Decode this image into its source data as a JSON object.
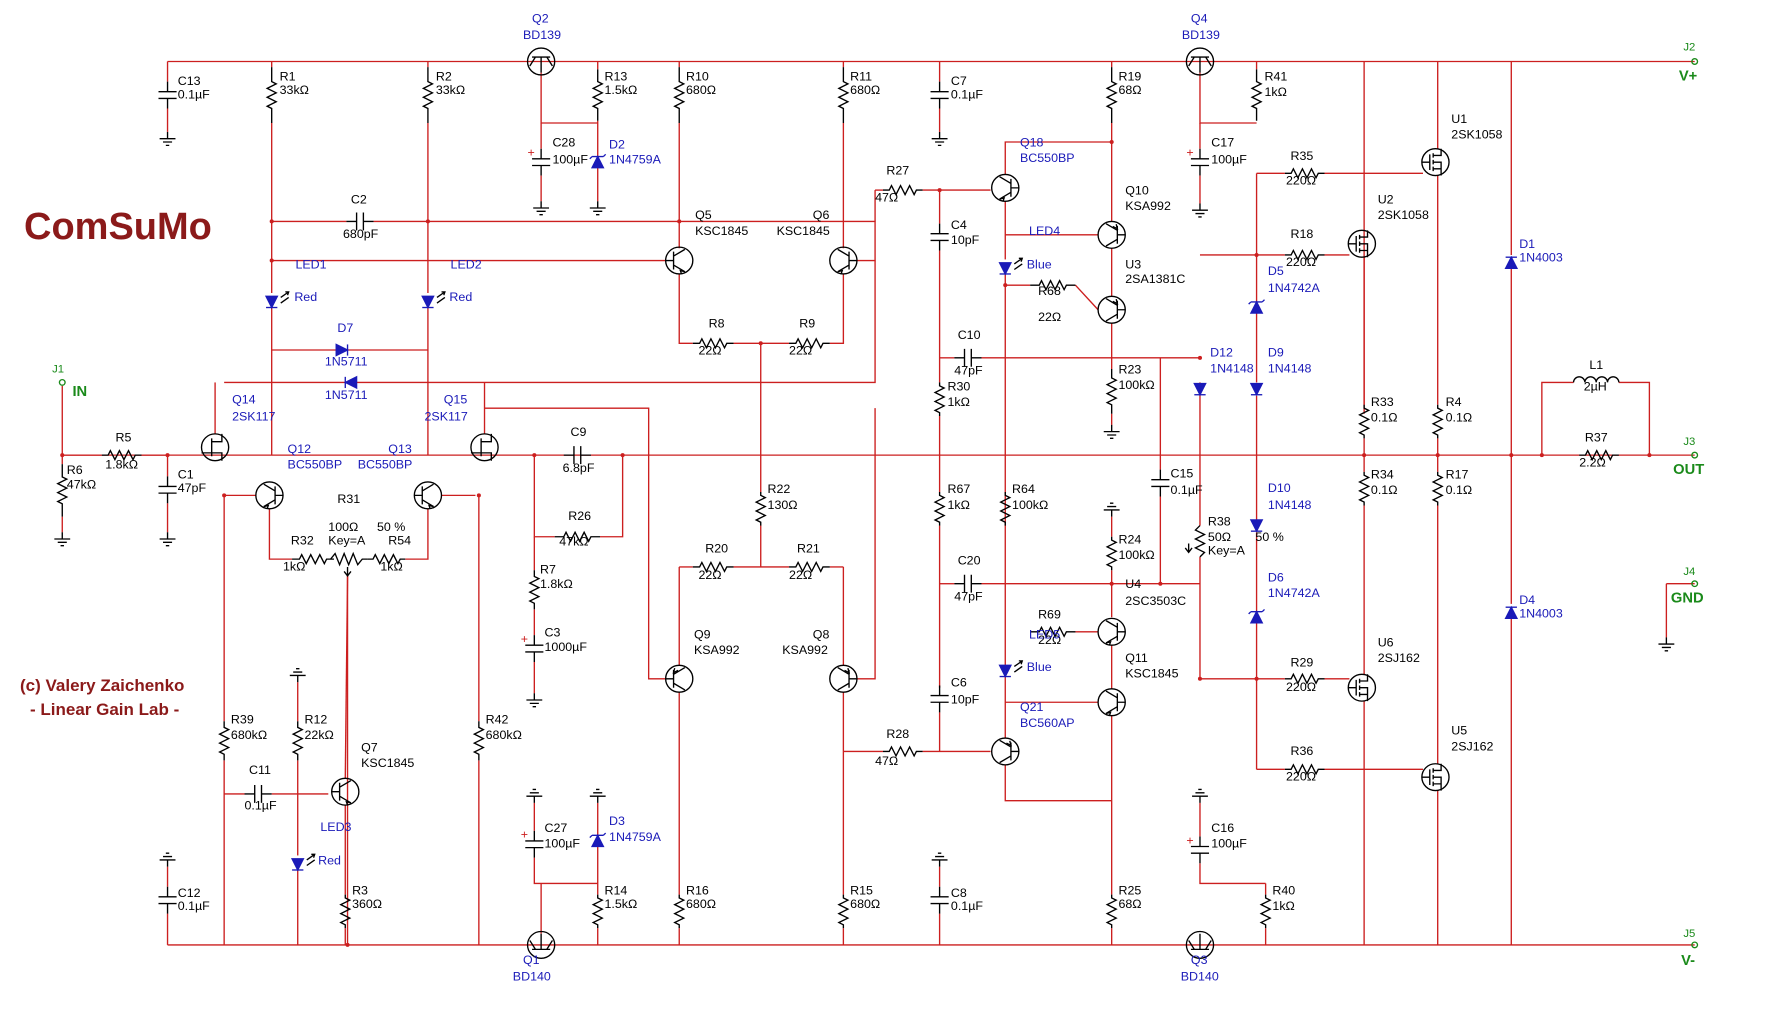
{
  "brand": {
    "title": "ComSuMo",
    "credit1": "(c) Valery Zaichenko",
    "credit2": "- Linear Gain Lab -"
  },
  "connectors": {
    "J1": {
      "ref": "J1",
      "net": "IN"
    },
    "J2": {
      "ref": "J2",
      "net": "V+"
    },
    "J3": {
      "ref": "J3",
      "net": "OUT"
    },
    "J4": {
      "ref": "J4",
      "net": "GND"
    },
    "J5": {
      "ref": "J5",
      "net": "V-"
    }
  },
  "labels": {
    "Q2": "Q2",
    "Q2_part": "BD139",
    "Q4": "Q4",
    "Q4_part": "BD139",
    "Q1": "Q1",
    "Q1_part": "BD140",
    "Q3": "Q3",
    "Q3_part": "BD140",
    "C13": "C13",
    "C13_v": "0.1µF",
    "R1": "R1",
    "R1_v": "33kΩ",
    "R2": "R2",
    "R2_v": "33kΩ",
    "R13": "R13",
    "R13_v": "1.5kΩ",
    "R10": "R10",
    "R10_v": "680Ω",
    "R11": "R11",
    "R11_v": "680Ω",
    "C7": "C7",
    "C7_v": "0.1µF",
    "R19": "R19",
    "R19_v": "68Ω",
    "R41": "R41",
    "R41_v": "1kΩ",
    "C28": "C28",
    "C28_v": "100µF",
    "D2": "D2",
    "D2_part": "1N4759A",
    "C17": "C17",
    "C17_v": "100µF",
    "Q18": "Q18",
    "Q18_part": "BC550BP",
    "U1": "U1",
    "U1_part": "2SK1058",
    "R35": "R35",
    "R35_v": "220Ω",
    "R27": "R27",
    "R27_v": "47Ω",
    "Q10": "Q10",
    "Q10_part": "KSA992",
    "U2": "U2",
    "U2_part": "2SK1058",
    "C2": "C2",
    "C2_v": "680pF",
    "Q5": "Q5",
    "Q5_part": "KSC1845",
    "Q6": "Q6",
    "Q6_part": "KSC1845",
    "C4": "C4",
    "C4_v": "10pF",
    "LED4": "LED4",
    "R18": "R18",
    "R18_v": "220Ω",
    "D1": "D1",
    "D1_part": "1N4003",
    "LED1": "LED1",
    "LED2": "LED2",
    "LED1_c": "Red",
    "LED2_c": "Red",
    "Q18_led": "Blue",
    "U3": "U3",
    "U3_part": "2SA1381C",
    "D5": "D5",
    "D5_part": "1N4742A",
    "R68": "R68",
    "R68_v": "22Ω",
    "D7a": "D7",
    "D7a_part": "1N5711",
    "D7b_part": "1N5711",
    "D8_part": "1N5711",
    "R8": "R8",
    "R8_v": "22Ω",
    "R9": "R9",
    "R9_v": "22Ω",
    "C10": "C10",
    "C10_v": "47pF",
    "D12": "D12",
    "D12_part": "1N4148",
    "D9": "D9",
    "D9_part": "1N4148",
    "L1": "L1",
    "L1_v": "2µH",
    "Q14": "Q14",
    "Q14_part": "2SK117",
    "Q15": "Q15",
    "Q15_part": "2SK117",
    "R23": "R23",
    "R23_v": "100kΩ",
    "R30": "R30",
    "R30_v": "1kΩ",
    "R33": "R33",
    "R33_v": "0.1Ω",
    "R4": "R4",
    "R4_v": "0.1Ω",
    "R5": "R5",
    "R5_v": "1.8kΩ",
    "C9": "C9",
    "C9_v": "6.8pF",
    "R37": "R37",
    "R37_v": "2.2Ω",
    "Q12": "Q12",
    "Q12_part": "BC550BP",
    "Q13": "Q13",
    "Q13_part": "BC550BP",
    "R6": "R6",
    "R6_v": "47kΩ",
    "C1": "C1",
    "C1_v": "47pF",
    "R34": "R34",
    "R34_v": "0.1Ω",
    "R17": "R17",
    "R17_v": "0.1Ω",
    "C15": "C15",
    "C15_v": "0.1µF",
    "R31": "R31",
    "R31_v": "100Ω",
    "R31_key": "Key=A",
    "R31_pct": "50 %",
    "R22": "R22",
    "R22_v": "130Ω",
    "R67": "R67",
    "R67_v": "1kΩ",
    "R64": "R64",
    "R64_v": "100kΩ",
    "D10": "D10",
    "D10_part": "1N4148",
    "R32": "R32",
    "R32_v": "1kΩ",
    "R54": "R54",
    "R54_v": "1kΩ",
    "R26": "R26",
    "R26_v": "47kΩ",
    "R24": "R24",
    "R24_v": "100kΩ",
    "R38": "R38",
    "R38_v": "50Ω",
    "R38_key": "Key=A",
    "R38_pct": "50 %",
    "R20": "R20",
    "R20_v": "22Ω",
    "R21": "R21",
    "R21_v": "22Ω",
    "C20": "C20",
    "C20_v": "47pF",
    "U4": "U4",
    "U4_part": "2SC3503C",
    "R7": "R7",
    "R7_v": "1.8kΩ",
    "D6": "D6",
    "D6_part": "1N4742A",
    "R69": "R69",
    "R69_v": "22Ω",
    "LED5": "LED5",
    "C3": "C3",
    "C3_v": "1000µF",
    "Q9": "Q9",
    "Q9_part": "KSA992",
    "Q8": "Q8",
    "Q8_part": "KSA992",
    "U6": "U6",
    "U6_part": "2SJ162",
    "D4": "D4",
    "D4_part": "1N4003",
    "Q11": "Q11",
    "Q11_part": "KSC1845",
    "Q21_led": "Blue",
    "R29": "R29",
    "R29_v": "220Ω",
    "C6": "C6",
    "C6_v": "10pF",
    "Q21": "Q21",
    "Q21_part": "BC560AP",
    "R39": "R39",
    "R39_v": "680kΩ",
    "R12": "R12",
    "R12_v": "22kΩ",
    "Q7": "Q7",
    "Q7_part": "KSC1845",
    "R42": "R42",
    "R42_v": "680kΩ",
    "U5": "U5",
    "U5_part": "2SJ162",
    "R28": "R28",
    "R28_v": "47Ω",
    "R36": "R36",
    "R36_v": "220Ω",
    "C11": "C11",
    "C11_v": "0.1µF",
    "LED3": "LED3",
    "LED3_c": "Red",
    "C27": "C27",
    "C27_v": "100µF",
    "D3": "D3",
    "D3_part": "1N4759A",
    "C16": "C16",
    "C16_v": "100µF",
    "C12": "C12",
    "C12_v": "0.1µF",
    "R3": "R3",
    "R3_v": "360Ω",
    "R14": "R14",
    "R14_v": "1.5kΩ",
    "R16": "R16",
    "R16_v": "680Ω",
    "R15": "R15",
    "R15_v": "680Ω",
    "C8": "C8",
    "C8_v": "0.1µF",
    "R25": "R25",
    "R25_v": "68Ω",
    "R40": "R40",
    "R40_v": "1kΩ"
  }
}
